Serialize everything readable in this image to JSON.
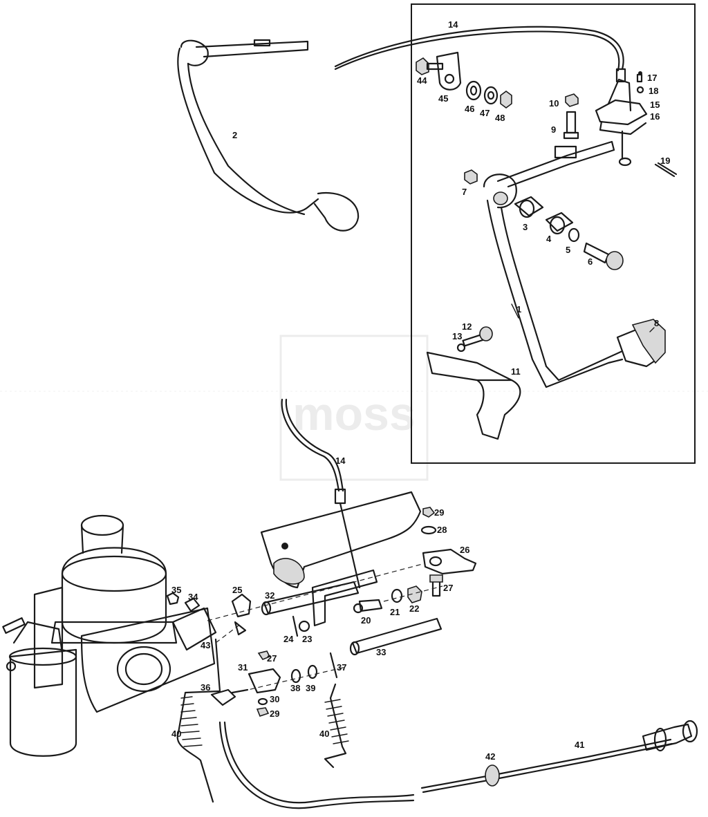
{
  "watermark": {
    "text": "moss"
  },
  "callouts": {
    "c1": "1",
    "c2": "2",
    "c3": "3",
    "c4": "4",
    "c5": "5",
    "c6": "6",
    "c7": "7",
    "c8": "8",
    "c9": "9",
    "c10": "10",
    "c11": "11",
    "c12": "12",
    "c13": "13",
    "c14a": "14",
    "c14b": "14",
    "c15": "15",
    "c16": "16",
    "c17": "17",
    "c18": "18",
    "c19": "19",
    "c20": "20",
    "c21": "21",
    "c22": "22",
    "c23": "23",
    "c24": "24",
    "c25": "25",
    "c26": "26",
    "c27a": "27",
    "c27b": "27",
    "c28": "28",
    "c29a": "29",
    "c29b": "29",
    "c30": "30",
    "c31": "31",
    "c32": "32",
    "c33": "33",
    "c34": "34",
    "c35": "35",
    "c36": "36",
    "c37": "37",
    "c38": "38",
    "c39": "39",
    "c40a": "40",
    "c40b": "40",
    "c41": "41",
    "c42": "42",
    "c43": "43",
    "c44": "44",
    "c45": "45",
    "c46": "46",
    "c47": "47",
    "c48": "48"
  }
}
